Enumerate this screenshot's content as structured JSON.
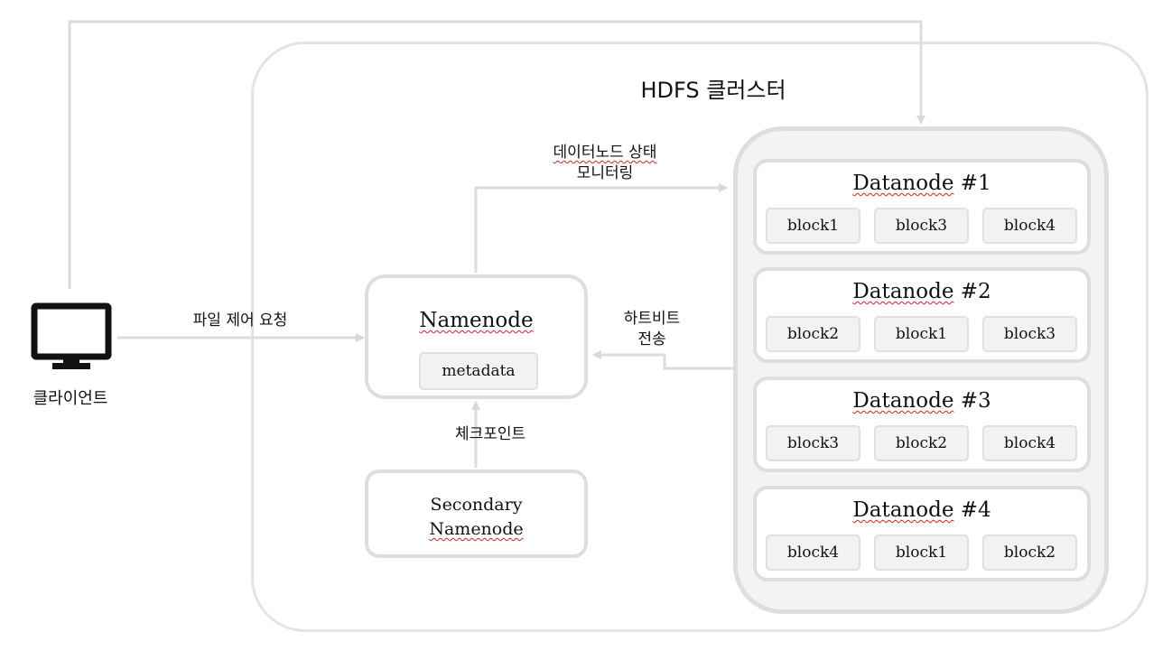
{
  "cluster": {
    "title": "HDFS 클러스터"
  },
  "client": {
    "label": "클라이언트",
    "icon": "monitor-icon"
  },
  "edges": {
    "file_control": "파일 제어 요청",
    "monitoring": [
      "데이터노드 상태",
      "모니터링"
    ],
    "heartbeat": [
      "하트비트",
      "전송"
    ],
    "checkpoint": "체크포인트"
  },
  "namenode": {
    "title": "Namenode",
    "metadata": "metadata"
  },
  "secondary_namenode": {
    "line1": "Secondary",
    "line2": "Namenode"
  },
  "datanodes": [
    {
      "title": "Datanode",
      "number": "#1",
      "blocks": [
        "block1",
        "block3",
        "block4"
      ]
    },
    {
      "title": "Datanode",
      "number": "#2",
      "blocks": [
        "block2",
        "block1",
        "block3"
      ]
    },
    {
      "title": "Datanode",
      "number": "#3",
      "blocks": [
        "block3",
        "block2",
        "block4"
      ]
    },
    {
      "title": "Datanode",
      "number": "#4",
      "blocks": [
        "block4",
        "block1",
        "block2"
      ]
    }
  ],
  "colors": {
    "line": "#dcdcdc",
    "border": "#dedede",
    "group_bg": "#f3f3f3",
    "block_bg": "#f2f2f2"
  }
}
